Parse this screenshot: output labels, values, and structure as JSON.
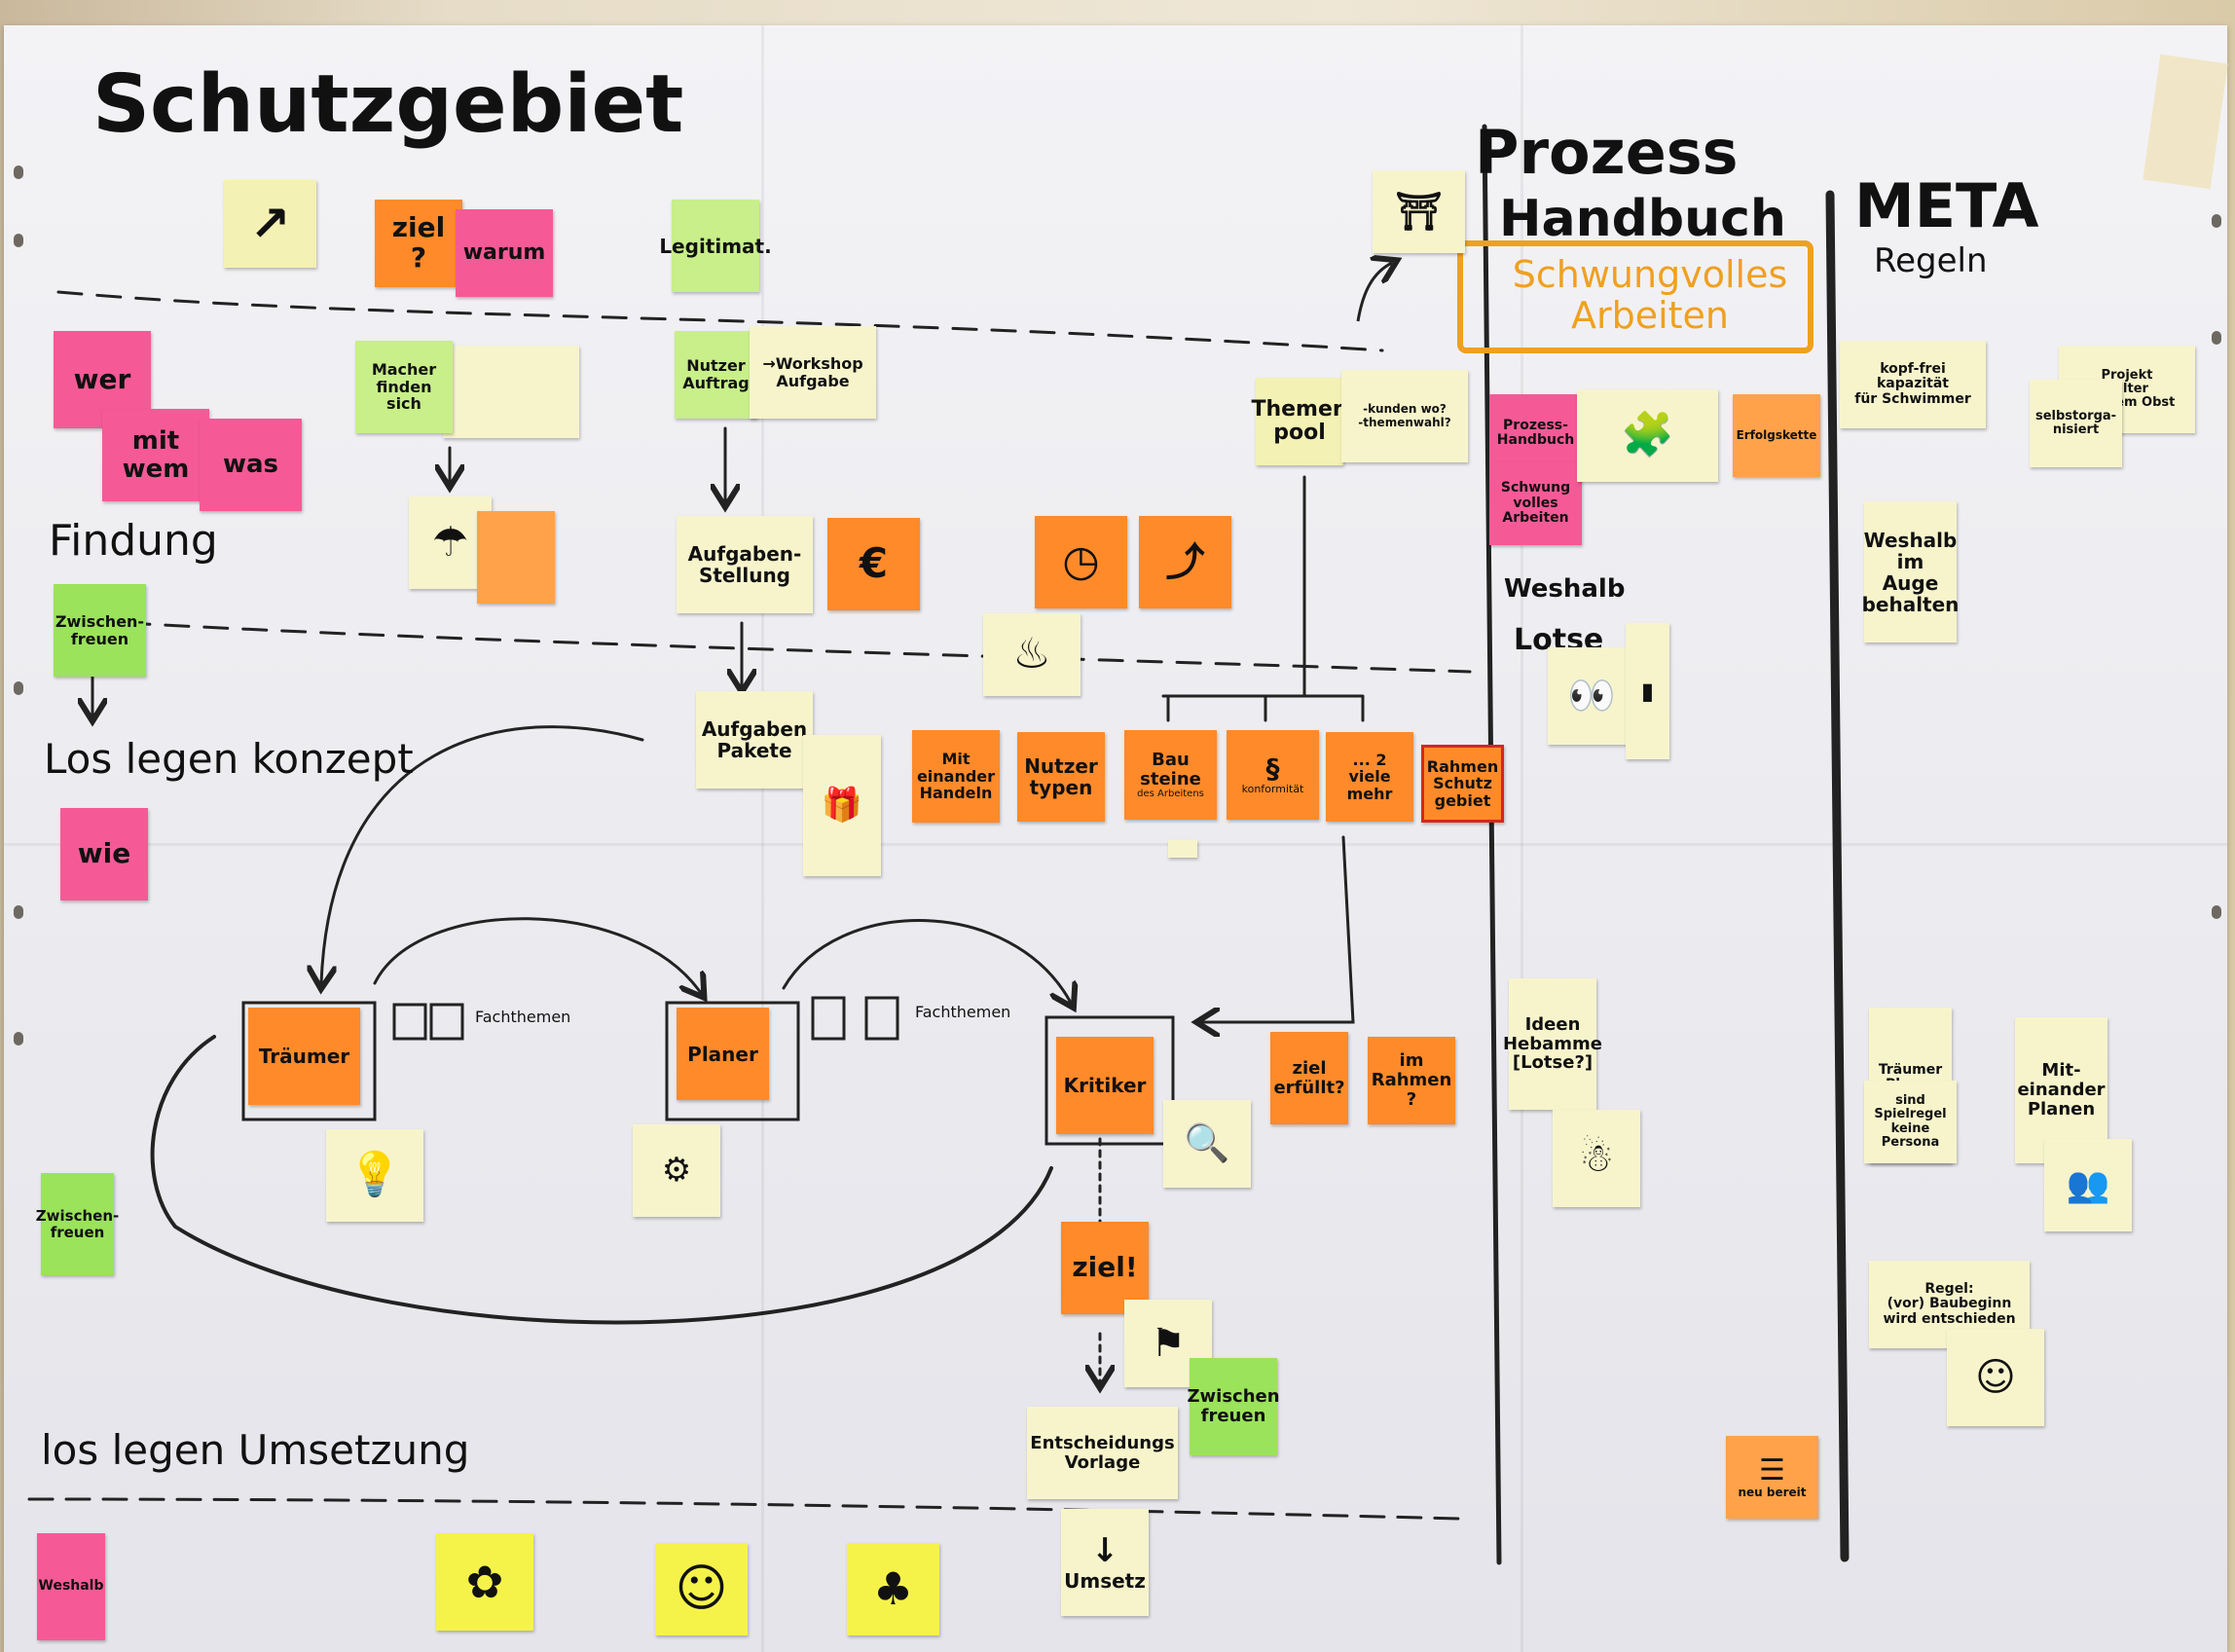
{
  "titles": {
    "main": "Schutzgebiet",
    "prozess_a": "Prozess",
    "prozess_b": "Handbuch",
    "meta": "META",
    "regeln": "Regeln",
    "schwung": "Schwungvolles\nArbeiten"
  },
  "row_labels": {
    "findung": "Findung",
    "los_legen_konzept": "Los legen konzept",
    "los_legen_umsetzung": "los legen Umsetzung"
  },
  "notes": {
    "ziel": "ziel\n?",
    "warum": "warum",
    "legitimat": "Legitimat.",
    "wer": "wer",
    "mit_wem": "mit\nwem",
    "was": "was",
    "macher": "Macher\nfinden\nsich",
    "nutzer_auftrag": "Nutzer\nAuftrag",
    "workshop": "→Workshop\nAufgabe",
    "aufgaben_stellung": "Aufgaben-\nStellung",
    "euro": "€",
    "themen_pool": "Themen\npool",
    "themen_hint": "-kunden wo?\n-themenwahl?",
    "zwischen_1": "Zwischen-\nfreuen",
    "aufgaben_pakete": "Aufgaben\nPakete",
    "mit_einander_handeln": "Mit\neinander\nHandeln",
    "nutzer_typen": "Nutzer\ntypen",
    "bau_steine": "Bau\nsteine",
    "bau_steine_sub": "des Arbeitens",
    "konformitaet": "§",
    "konformitaet_sub": "konformität",
    "viele_mehr": "... 2\nviele mehr",
    "rahmen": "Rahmen\nSchutz\ngebiet",
    "wie": "wie",
    "traeumer": "Träumer",
    "planer": "Planer",
    "kritiker": "Kritiker",
    "fachthemen_1": "Fachthemen",
    "fachthemen_2": "Fachthemen",
    "ziel_erfuellt": "ziel\nerfüllt?",
    "im_rahmen": "im\nRahmen\n?",
    "zwischen_2": "Zwischen-\nfreuen",
    "ziel_excl": "ziel!",
    "zwischen_freuen_3": "Zwischen\nfreuen",
    "entscheidung": "Entscheidungs\nVorlage",
    "umsetz": "Umsetz",
    "weshalb_bottom": "Weshalb",
    "prozess_handbuch": "Prozess-\nHandbuch",
    "schwung_note": "Schwung\nvolles\nArbeiten",
    "erfolgskette": "Erfolgskette",
    "weshalb_lotse_a": "Weshalb",
    "weshalb_lotse_b": "Lotse",
    "ideen": "Ideen\nHebamme\n[Lotse?]",
    "neu_bereit": "neu bereit",
    "kopf_frei": "kopf-frei\nkapazität\nfür Schwimmer",
    "projekt": "Projekt\nhalter\nauf dem Obst",
    "selbstorganisiert": "selbstorga-\nnisiert",
    "weshalb_auge": "Weshalb\nim\nAuge\nbehalten",
    "traeumer_planer": "Träumer\nPlaner\nKritiker",
    "spielregel": "sind\nSpielregel\nkeine\nPersona",
    "miteinander_planen": "Mit-\neinander\nPlanen",
    "regel": "Regel:\n(vor) Baubeginn\nwird entschieden"
  },
  "colors": {
    "yellow": "#f4f1b4",
    "orange": "#ff8a2a",
    "pink": "#f55a97",
    "green": "#9be35a",
    "marker_orange": "#f0a020"
  },
  "icons": [
    "arrow-up-icon",
    "umbrella-icon",
    "clock-icon",
    "pot-icon",
    "gift-icon",
    "bulb-icon",
    "flag-icon",
    "magnifier-icon",
    "puzzle-icon",
    "swing-icon",
    "flowers-icon",
    "smiley-icon",
    "tree-icon",
    "eyes-icon",
    "people-icon",
    "robot-icon",
    "document-icon"
  ]
}
